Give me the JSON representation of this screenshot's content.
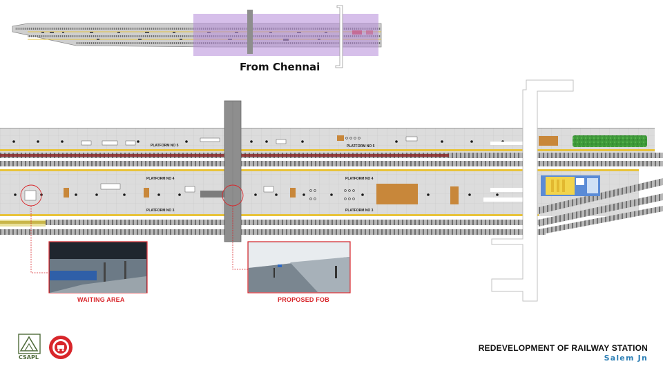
{
  "key_plan": {
    "direction_label": "From Chennai",
    "highlight_color": "#b48ad9"
  },
  "platforms": {
    "p5_upper": "PLATFORM NO 5",
    "p5_right": "PLATFORM NO 5",
    "p4_left": "PLATFORM NO 4",
    "p4_right": "PLATFORM NO 4",
    "p3_left": "PLATFORM NO 3",
    "p3_right": "PLATFORM NO 3"
  },
  "callouts": {
    "waiting_area": "WAITING AREA",
    "proposed_fob": "PROPOSED FOB"
  },
  "title_block": {
    "title": "REDEVELOPMENT OF RAILWAY STATION",
    "station": "Salem Jn",
    "company": "CSAPL"
  },
  "colors": {
    "callout_red": "#d8262b",
    "platform_grey": "#d9d9d9",
    "platform_edge_yellow": "#e8c33a",
    "track_grey": "#8a8a8a",
    "fob_grey": "#8e8e8e",
    "garden_green": "#3f9a3a",
    "building_yellow": "#f2d44b",
    "building_blue": "#5a8bd6",
    "title_blue": "#2d7fb5"
  }
}
